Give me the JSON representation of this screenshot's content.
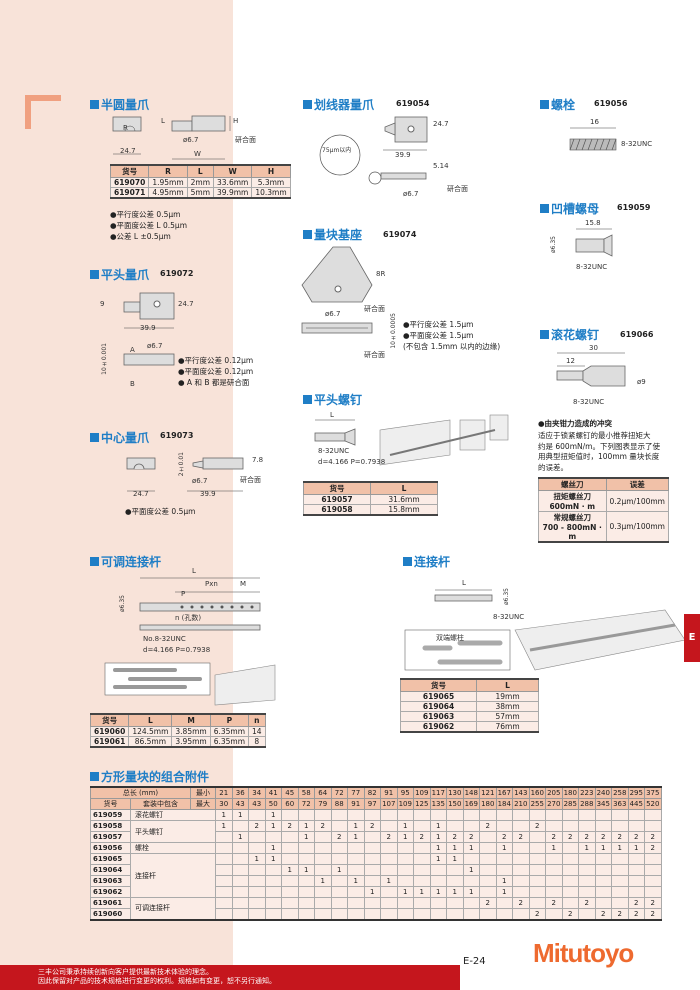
{
  "page": {
    "number": "E-24",
    "tab": "E",
    "logo": "Mitutoyo",
    "footer": [
      "三丰公司秉承持续创新向客户提供最新技术体验的理念。",
      "因此保留对产品的技术规格进行变更的权利。规格如有变更，恕不另行通知。"
    ]
  },
  "half_round": {
    "title": "半圆量爪",
    "labels": {
      "r": "R",
      "l": "L",
      "h": "H",
      "w": "W",
      "d": "ø6.7",
      "width": "24.7",
      "lap": "研合面"
    },
    "headers": [
      "货号",
      "R",
      "L",
      "W",
      "H"
    ],
    "rows": [
      [
        "619070",
        "1.95mm",
        "2mm",
        "33.6mm",
        "5.3mm"
      ],
      [
        "619071",
        "4.95mm",
        "5mm",
        "39.9mm",
        "10.3mm"
      ]
    ],
    "notes": [
      "●平行度公差 0.5μm",
      "●平面度公差 L 0.5μm",
      "●公差 L ±0.5μm"
    ]
  },
  "flat": {
    "title": "平头量爪",
    "code": "619072",
    "labels": {
      "nine": "9",
      "h": "24.7",
      "w": "39.9",
      "a": "A",
      "b": "B",
      "d": "ø6.7",
      "t": "10±0.001"
    },
    "notes": [
      "●平行度公差 0.12μm",
      "●平面度公差 0.12μm",
      "● A 和 B 都是研合面"
    ]
  },
  "center": {
    "title": "中心量爪",
    "code": "619073",
    "labels": {
      "w1": "24.7",
      "w2": "39.9",
      "t": "2±0.01",
      "h": "7.8",
      "d": "ø6.7",
      "lap": "研合面"
    },
    "notes": [
      "●平面度公差 0.5μm"
    ]
  },
  "scriber": {
    "title": "划线器量爪",
    "code": "619054",
    "labels": {
      "h": "24.7",
      "w": "39.9",
      "t": "5.14",
      "d": "ø6.7",
      "tip": "75μm以内",
      "lap": "研合面"
    }
  },
  "base": {
    "title": "量块基座",
    "code": "619074",
    "labels": {
      "r": "8R",
      "d": "ø6.7",
      "t": "10±0.0005",
      "lap1": "研合面",
      "lap2": "研合面"
    },
    "notes": [
      "●平行度公差 1.5μm",
      "●平面度公差 1.5μm",
      "(不包含 1.5mm 以内的边缘)"
    ]
  },
  "screw": {
    "title": "平头螺钉",
    "labels": {
      "l": "L",
      "thread": "8-32UNC",
      "spec": "d=4.166  P=0.7938"
    },
    "headers": [
      "货号",
      "L"
    ],
    "rows": [
      [
        "619057",
        "31.6mm"
      ],
      [
        "619058",
        "15.8mm"
      ]
    ]
  },
  "bolt": {
    "title": "螺栓",
    "code": "619056",
    "labels": {
      "l": "16",
      "thread": "8-32UNC"
    }
  },
  "nut": {
    "title": "凹槽螺母",
    "code": "619059",
    "labels": {
      "l": "15.8",
      "d": "ø6.35",
      "thread": "8-32UNC"
    }
  },
  "knurl": {
    "title": "滚花螺钉",
    "code": "619066",
    "labels": {
      "l": "30",
      "l2": "12",
      "d": "ø9",
      "thread": "8-32UNC"
    },
    "note_title": "●由夹钳力造成的冲突",
    "note": [
      "适应于锁紧螺钉的最小推荐扭矩大",
      "约是 600mN/m。下列图表显示了使",
      "用典型扭矩值时，100mm 量块长度",
      "的误差。"
    ],
    "headers": [
      "螺丝刀",
      "误差"
    ],
    "rows": [
      [
        "扭矩螺丝刀\n600mN · m",
        "0.2μm/100mm"
      ],
      [
        "常规螺丝刀\n700 - 800mN · m",
        "0.3μm/100mm"
      ]
    ]
  },
  "adj_rod": {
    "title": "可调连接杆",
    "labels": {
      "l": "L",
      "pxn": "Pxn",
      "m": "M",
      "p": "P",
      "d": "ø6.35",
      "n": "n (孔数)",
      "thread": "No.8-32UNC",
      "spec": "d=4.166 P=0.7938"
    },
    "headers": [
      "货号",
      "L",
      "M",
      "P",
      "n"
    ],
    "rows": [
      [
        "619060",
        "124.5mm",
        "3.85mm",
        "6.35mm",
        "14"
      ],
      [
        "619061",
        "86.5mm",
        "3.95mm",
        "6.35mm",
        "8"
      ]
    ]
  },
  "rod": {
    "title": "连接杆",
    "labels": {
      "l": "L",
      "d": "ø6.35",
      "thread": "8-32UNC",
      "stud": "双端螺柱"
    },
    "headers": [
      "货号",
      "L"
    ],
    "rows": [
      [
        "619065",
        "19mm"
      ],
      [
        "619064",
        "38mm"
      ],
      [
        "619063",
        "57mm"
      ],
      [
        "619062",
        "76mm"
      ]
    ]
  },
  "combo": {
    "title": "方形量块的组合附件",
    "hdr_total": "总长 (mm)",
    "hdr_min": "最小",
    "hdr_max": "最大",
    "hdr_id": "货号",
    "hdr_set": "套装中包含",
    "min": [
      "21",
      "36",
      "34",
      "41",
      "45",
      "58",
      "64",
      "72",
      "77",
      "82",
      "91",
      "95",
      "109",
      "117",
      "130",
      "148",
      "121",
      "167",
      "143",
      "160",
      "205",
      "180",
      "223",
      "240",
      "258",
      "295",
      "375"
    ],
    "max": [
      "30",
      "43",
      "43",
      "50",
      "60",
      "72",
      "79",
      "88",
      "91",
      "97",
      "107",
      "109",
      "125",
      "135",
      "150",
      "169",
      "180",
      "184",
      "210",
      "255",
      "270",
      "285",
      "288",
      "345",
      "363",
      "445",
      "520"
    ],
    "groups": [
      {
        "name": "滚花螺钉",
        "span": 1
      },
      {
        "name": "平头螺钉",
        "span": 2
      },
      {
        "name": "螺栓",
        "span": 1
      },
      {
        "name": "连接杆",
        "span": 4
      },
      {
        "name": "可调连接杆",
        "span": 2
      }
    ],
    "rows": [
      {
        "id": "619059",
        "v": [
          "1",
          "1",
          "",
          "1",
          "",
          "",
          "",
          "",
          "",
          "",
          "",
          "",
          "",
          "",
          "",
          "",
          "",
          "",
          "",
          "",
          "",
          "",
          "",
          "",
          "",
          "",
          ""
        ]
      },
      {
        "id": "619058",
        "v": [
          "1",
          "",
          "2",
          "1",
          "2",
          "1",
          "2",
          "",
          "1",
          "2",
          "",
          "1",
          "",
          "1",
          "",
          "",
          "2",
          "",
          "",
          "2",
          "",
          "",
          "",
          "",
          "",
          "",
          ""
        ]
      },
      {
        "id": "619057",
        "v": [
          "",
          "1",
          "",
          "",
          "",
          "1",
          "",
          "2",
          "1",
          "",
          "2",
          "1",
          "2",
          "1",
          "2",
          "2",
          "",
          "2",
          "2",
          "",
          "2",
          "2",
          "2",
          "2",
          "2",
          "2",
          "2"
        ]
      },
      {
        "id": "619056",
        "v": [
          "",
          "",
          "",
          "1",
          "",
          "",
          "",
          "",
          "",
          "",
          "",
          "",
          "",
          "1",
          "1",
          "1",
          "",
          "1",
          "",
          "",
          "1",
          "",
          "1",
          "1",
          "1",
          "1",
          "2"
        ]
      },
      {
        "id": "619065",
        "v": [
          "",
          "",
          "1",
          "1",
          "",
          "",
          "",
          "",
          "",
          "",
          "",
          "",
          "",
          "1",
          "1",
          "",
          "",
          "",
          "",
          "",
          "",
          "",
          "",
          "",
          "",
          "",
          ""
        ]
      },
      {
        "id": "619064",
        "v": [
          "",
          "",
          "",
          "",
          "1",
          "1",
          "",
          "1",
          "",
          "",
          "",
          "",
          "",
          "",
          "",
          "1",
          "",
          "",
          "",
          "",
          "",
          "",
          "",
          "",
          "",
          "",
          ""
        ]
      },
      {
        "id": "619063",
        "v": [
          "",
          "",
          "",
          "",
          "",
          "",
          "1",
          "",
          "1",
          "",
          "1",
          "",
          "",
          "",
          "",
          "",
          "",
          "1",
          "",
          "",
          "",
          "",
          "",
          "",
          "",
          "",
          ""
        ]
      },
      {
        "id": "619062",
        "v": [
          "",
          "",
          "",
          "",
          "",
          "",
          "",
          "",
          "",
          "1",
          "",
          "1",
          "1",
          "1",
          "1",
          "1",
          "",
          "1",
          "",
          "",
          "",
          "",
          "",
          "",
          "",
          "",
          ""
        ]
      },
      {
        "id": "619061",
        "v": [
          "",
          "",
          "",
          "",
          "",
          "",
          "",
          "",
          "",
          "",
          "",
          "",
          "",
          "",
          "",
          "",
          "2",
          "",
          "2",
          "",
          "2",
          "",
          "2",
          "",
          "",
          "2",
          "2"
        ]
      },
      {
        "id": "619060",
        "v": [
          "",
          "",
          "",
          "",
          "",
          "",
          "",
          "",
          "",
          "",
          "",
          "",
          "",
          "",
          "",
          "",
          "",
          "",
          "",
          "2",
          "",
          "2",
          "",
          "2",
          "2",
          "2",
          "2"
        ]
      }
    ]
  }
}
